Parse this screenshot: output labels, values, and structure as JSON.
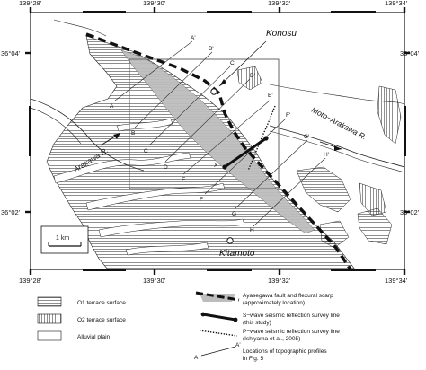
{
  "coords": {
    "top": [
      "139°28'",
      "139°30'",
      "139°32'",
      "139°34'"
    ],
    "bottom": [
      "139°28'",
      "139°30'",
      "139°32'",
      "139°34'"
    ],
    "left": [
      "36°04'",
      "36°02'"
    ],
    "right": [
      "36°04'",
      "36°02'"
    ]
  },
  "places": {
    "konosu": "Konosu",
    "kitamoto": "Kitamoto"
  },
  "rivers": {
    "arakawa": "Arakawa R.",
    "moto_arakawa": "Moto−Arakawa R."
  },
  "scale_bar": "1 km",
  "profiles": [
    "A'",
    "B'",
    "C'",
    "D'",
    "E'",
    "F'",
    "G'",
    "H'",
    "A",
    "B",
    "C",
    "D",
    "E",
    "X",
    "F",
    "G",
    "H"
  ],
  "legend": {
    "o1": "O1 terrace surface",
    "o2": "O2 terrace surface",
    "alluvial": "Alluvial plain",
    "fault_line1": "Ayasegawa fault and flexural scarp",
    "fault_line2": "(approximately location)",
    "s_wave_line1": "S−wave seismic reflection survey line",
    "s_wave_line2": "(this study)",
    "p_wave_line1": "P−wave seismic reflection survey line",
    "p_wave_line2": "(Ishiyama et al., 2005)",
    "profiles_line1": "Locations of topographic profiles",
    "profiles_line2": "in Fig. 5",
    "profile_sample_a": "A",
    "profile_sample_b": "A'"
  },
  "colors": {
    "gray_zone": "#bdbdbd",
    "ink": "#111111"
  }
}
